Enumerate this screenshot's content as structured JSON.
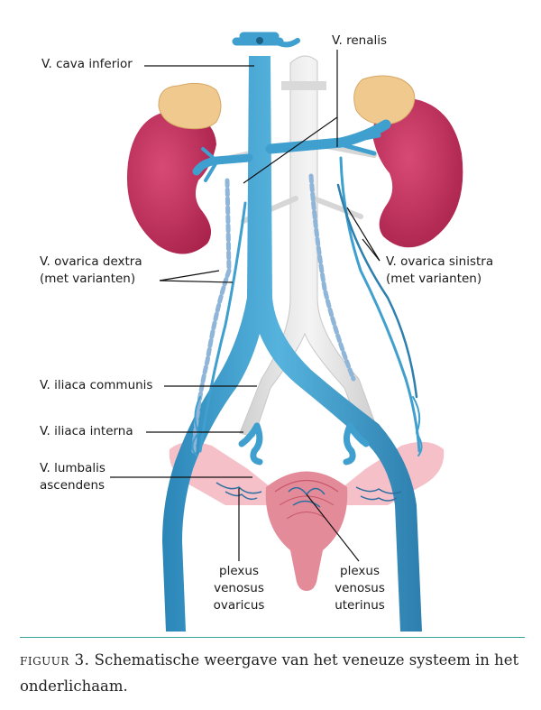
{
  "labels": {
    "cava_inferior": "V. cava inferior",
    "renalis": "V. renalis",
    "ovarica_dextra_1": "V. ovarica dextra",
    "ovarica_dextra_2": "(met varianten)",
    "ovarica_sinistra_1": "V. ovarica sinistra",
    "ovarica_sinistra_2": "(met varianten)",
    "iliaca_communis": "V. iliaca communis",
    "iliaca_interna": "V. iliaca interna",
    "lumbalis_1": "V. lumbalis",
    "lumbalis_2": "ascendens",
    "plexus_ovaricus_1": "plexus",
    "plexus_ovaricus_2": "venosus",
    "plexus_ovaricus_3": "ovaricus",
    "plexus_uterinus_1": "plexus",
    "plexus_uterinus_2": "venosus",
    "plexus_uterinus_3": "uterinus"
  },
  "caption": {
    "prefix": "figuur 3.",
    "text": " Schematische weergave van het veneuze systeem in het onderlichaam."
  },
  "colors": {
    "vein": "#3f9fce",
    "vein_dark": "#2d7fae",
    "kidney": "#c4335f",
    "adrenal": "#f0c98f",
    "aorta": "#e4e4e4",
    "uterus": "#e38b98",
    "caption_rule": "#3aa39a"
  }
}
